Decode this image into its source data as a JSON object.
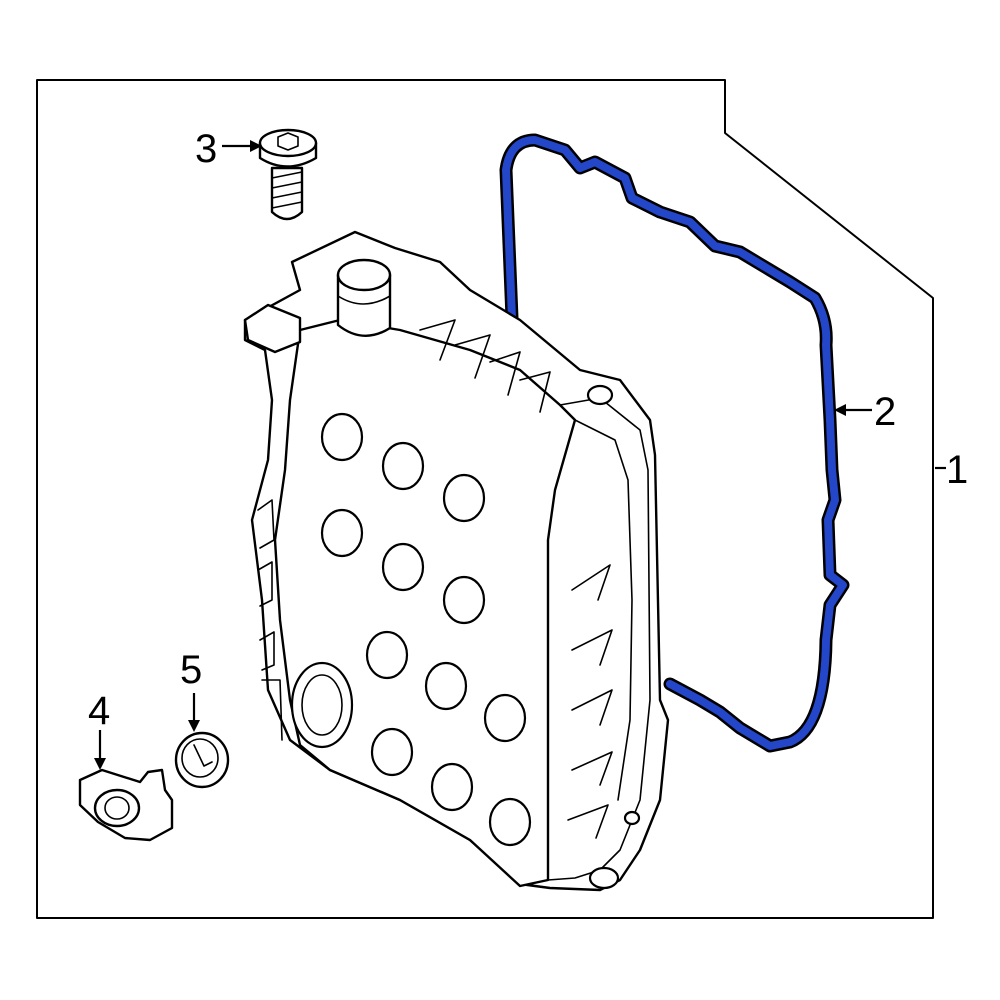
{
  "diagram": {
    "callouts": [
      {
        "id": "1",
        "label": "1"
      },
      {
        "id": "2",
        "label": "2"
      },
      {
        "id": "3",
        "label": "3"
      },
      {
        "id": "4",
        "label": "4"
      },
      {
        "id": "5",
        "label": "5"
      }
    ],
    "colors": {
      "highlight": "#2446c8",
      "line": "#000000",
      "background": "#ffffff"
    }
  }
}
